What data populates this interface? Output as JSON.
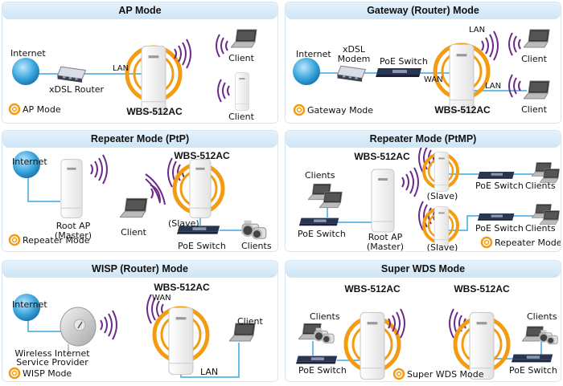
{
  "colors": {
    "header": "#cde5f6",
    "ring": "#f39c12",
    "wave": "#6b2a8c",
    "link": "#3aa6dd",
    "border": "#d6e8f5"
  },
  "model": "WBS-512AC",
  "panels": {
    "ap": {
      "title": "AP Mode",
      "internet": "Internet",
      "router": "xDSL Router",
      "lan": "LAN",
      "client1": "Client",
      "client2": "Client",
      "legend": "AP Mode"
    },
    "gateway": {
      "title": "Gateway (Router) Mode",
      "internet": "Internet",
      "modem": "xDSL\nModem",
      "modem_l1": "xDSL",
      "modem_l2": "Modem",
      "switch": "PoE Switch",
      "wan": "WAN",
      "lan_top": "LAN",
      "lan_bottom": "LAN",
      "client1": "Client",
      "client2": "Client",
      "legend": "Gateway Mode"
    },
    "ptp": {
      "title": "Repeater Mode (PtP)",
      "internet": "Internet",
      "root_l1": "Root AP",
      "root_l2": "(Master)",
      "client": "Client",
      "slave": "(Slave)",
      "switch": "PoE Switch",
      "clients": "Clients",
      "legend": "Repeater Mode"
    },
    "ptmp": {
      "title": "Repeater Mode (PtMP)",
      "clients_left": "Clients",
      "switch_left": "PoE Switch",
      "root_l1": "Root AP",
      "root_l2": "(Master)",
      "slave1": "(Slave)",
      "slave2": "(Slave)",
      "switch1": "PoE Switch",
      "switch2": "PoE Switch",
      "clients1": "Clients",
      "clients2": "Clients",
      "legend": "Repeater Mode"
    },
    "wisp": {
      "title": "WISP (Router) Mode",
      "internet": "Internet",
      "wisp_l1": "Wireless Internet",
      "wisp_l2": "Service Provider",
      "wan": "WAN",
      "client": "Client",
      "lan": "LAN",
      "legend": "WISP Mode"
    },
    "wds": {
      "title": "Super WDS Mode",
      "clients_left": "Clients",
      "switch_left": "PoE Switch",
      "clients_right": "Clients",
      "switch_right": "PoE Switch",
      "legend": "Super WDS Mode"
    }
  }
}
